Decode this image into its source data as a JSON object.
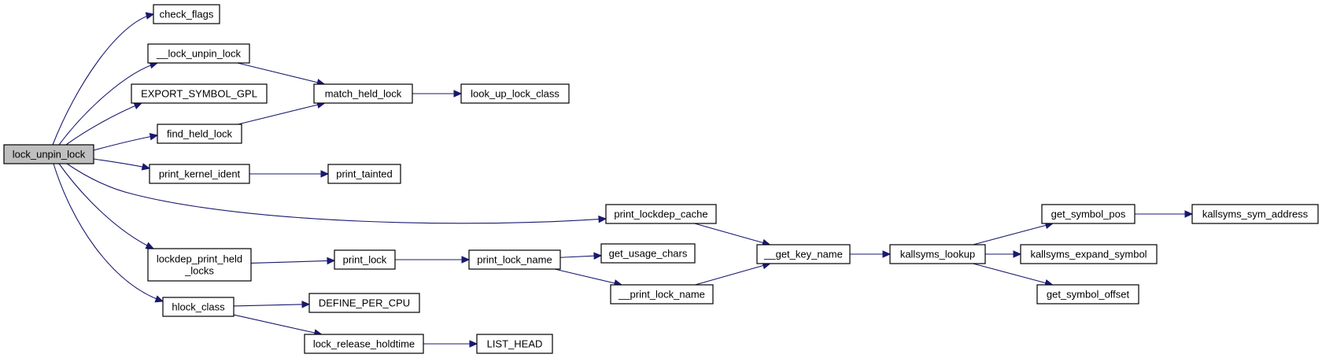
{
  "graph": {
    "edge_color": "#191970",
    "root_fill": "#bfbfbf",
    "nodes": [
      {
        "id": "lock_unpin_lock",
        "lines": [
          "lock_unpin_lock"
        ],
        "root": true
      },
      {
        "id": "check_flags",
        "lines": [
          "check_flags"
        ]
      },
      {
        "id": "__lock_unpin_lock",
        "lines": [
          "__lock_unpin_lock"
        ]
      },
      {
        "id": "EXPORT_SYMBOL_GPL",
        "lines": [
          "EXPORT_SYMBOL_GPL"
        ]
      },
      {
        "id": "find_held_lock",
        "lines": [
          "find_held_lock"
        ]
      },
      {
        "id": "print_kernel_ident",
        "lines": [
          "print_kernel_ident"
        ]
      },
      {
        "id": "lockdep_print_held_locks",
        "lines": [
          "lockdep_print_held",
          "_locks"
        ]
      },
      {
        "id": "hlock_class",
        "lines": [
          "hlock_class"
        ]
      },
      {
        "id": "match_held_lock",
        "lines": [
          "match_held_lock"
        ]
      },
      {
        "id": "look_up_lock_class",
        "lines": [
          "look_up_lock_class"
        ]
      },
      {
        "id": "print_tainted",
        "lines": [
          "print_tainted"
        ]
      },
      {
        "id": "print_lockdep_cache",
        "lines": [
          "print_lockdep_cache"
        ]
      },
      {
        "id": "print_lock",
        "lines": [
          "print_lock"
        ]
      },
      {
        "id": "print_lock_name",
        "lines": [
          "print_lock_name"
        ]
      },
      {
        "id": "get_usage_chars",
        "lines": [
          "get_usage_chars"
        ]
      },
      {
        "id": "__print_lock_name",
        "lines": [
          "__print_lock_name"
        ]
      },
      {
        "id": "__get_key_name",
        "lines": [
          "__get_key_name"
        ]
      },
      {
        "id": "kallsyms_lookup",
        "lines": [
          "kallsyms_lookup"
        ]
      },
      {
        "id": "get_symbol_pos",
        "lines": [
          "get_symbol_pos"
        ]
      },
      {
        "id": "kallsyms_sym_address",
        "lines": [
          "kallsyms_sym_address"
        ]
      },
      {
        "id": "kallsyms_expand_symbol",
        "lines": [
          "kallsyms_expand_symbol"
        ]
      },
      {
        "id": "get_symbol_offset",
        "lines": [
          "get_symbol_offset"
        ]
      },
      {
        "id": "DEFINE_PER_CPU",
        "lines": [
          "DEFINE_PER_CPU"
        ]
      },
      {
        "id": "lock_release_holdtime",
        "lines": [
          "lock_release_holdtime"
        ]
      },
      {
        "id": "LIST_HEAD",
        "lines": [
          "LIST_HEAD"
        ]
      }
    ],
    "edges": [
      [
        "lock_unpin_lock",
        "check_flags"
      ],
      [
        "lock_unpin_lock",
        "__lock_unpin_lock"
      ],
      [
        "lock_unpin_lock",
        "EXPORT_SYMBOL_GPL"
      ],
      [
        "lock_unpin_lock",
        "find_held_lock"
      ],
      [
        "lock_unpin_lock",
        "print_kernel_ident"
      ],
      [
        "lock_unpin_lock",
        "print_lockdep_cache"
      ],
      [
        "lock_unpin_lock",
        "lockdep_print_held_locks"
      ],
      [
        "lock_unpin_lock",
        "hlock_class"
      ],
      [
        "__lock_unpin_lock",
        "match_held_lock"
      ],
      [
        "find_held_lock",
        "match_held_lock"
      ],
      [
        "match_held_lock",
        "look_up_lock_class"
      ],
      [
        "print_kernel_ident",
        "print_tainted"
      ],
      [
        "print_lockdep_cache",
        "__get_key_name"
      ],
      [
        "lockdep_print_held_locks",
        "print_lock"
      ],
      [
        "print_lock",
        "print_lock_name"
      ],
      [
        "print_lock_name",
        "get_usage_chars"
      ],
      [
        "print_lock_name",
        "__print_lock_name"
      ],
      [
        "__print_lock_name",
        "__get_key_name"
      ],
      [
        "__get_key_name",
        "kallsyms_lookup"
      ],
      [
        "kallsyms_lookup",
        "get_symbol_pos"
      ],
      [
        "kallsyms_lookup",
        "kallsyms_expand_symbol"
      ],
      [
        "kallsyms_lookup",
        "get_symbol_offset"
      ],
      [
        "get_symbol_pos",
        "kallsyms_sym_address"
      ],
      [
        "hlock_class",
        "DEFINE_PER_CPU"
      ],
      [
        "hlock_class",
        "lock_release_holdtime"
      ],
      [
        "lock_release_holdtime",
        "LIST_HEAD"
      ]
    ]
  }
}
